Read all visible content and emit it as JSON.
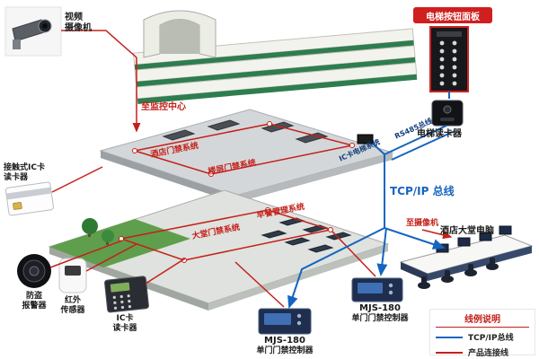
{
  "diagram": {
    "labels": {
      "video_camera": "视频\n摄像机",
      "elevator_panel": "电梯按钮面板",
      "elevator_reader": "电梯读卡器",
      "to_monitor": "至监控中心",
      "hotel_access": "酒店门禁系统",
      "floor_access": "楼层门禁系统",
      "rs485": "RS485总线",
      "ic_elevator": "IC卡电梯系统",
      "tcpip": "TCP/IP 总线",
      "to_camera": "至摄像机",
      "lobby_pc": "酒店大堂电脑",
      "breakfast": "早餐管理系统",
      "lobby_access": "大堂门禁系统",
      "contact_reader": "接触式IC卡\n读卡器",
      "alarm": "防盗\n报警器",
      "ir_sensor": "红外\n传感器",
      "ic_reader": "IC卡\n读卡器",
      "mjs_model": "MJS-180",
      "mjs_desc": "单门门禁控制器"
    },
    "legend": {
      "title": "线例说明",
      "items": [
        {
          "label": "TCP/IP总线",
          "color": "#1565c0"
        },
        {
          "label": "产品连接线",
          "color": "#c4201a"
        }
      ]
    },
    "colors": {
      "red": "#c4201a",
      "blue": "#1565c0",
      "green": "#4e9a3e"
    }
  }
}
